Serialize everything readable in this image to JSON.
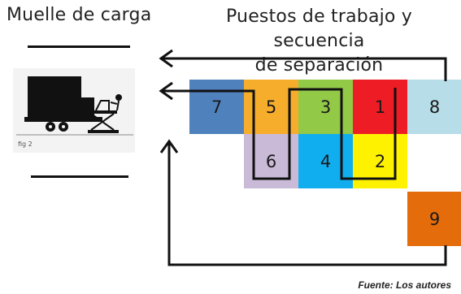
{
  "titles": {
    "left": "Muelle de carga",
    "right_line1": "Puestos de trabajo y secuencia",
    "right_line2": "de separación"
  },
  "figure_tag": "fig 2",
  "cells": [
    {
      "label": "7",
      "color": "#4f81bd"
    },
    {
      "label": "5",
      "color": "#f7ad2c"
    },
    {
      "label": "3",
      "color": "#92c947"
    },
    {
      "label": "1",
      "color": "#ee1c25"
    },
    {
      "label": "8",
      "color": "#b6dde8"
    },
    {
      "label": "6",
      "color": "#c9bad8"
    },
    {
      "label": "4",
      "color": "#10aeef"
    },
    {
      "label": "2",
      "color": "#fff200"
    },
    {
      "label": "9",
      "color": "#e46c0a"
    }
  ],
  "source": "Fuente: Los autores"
}
